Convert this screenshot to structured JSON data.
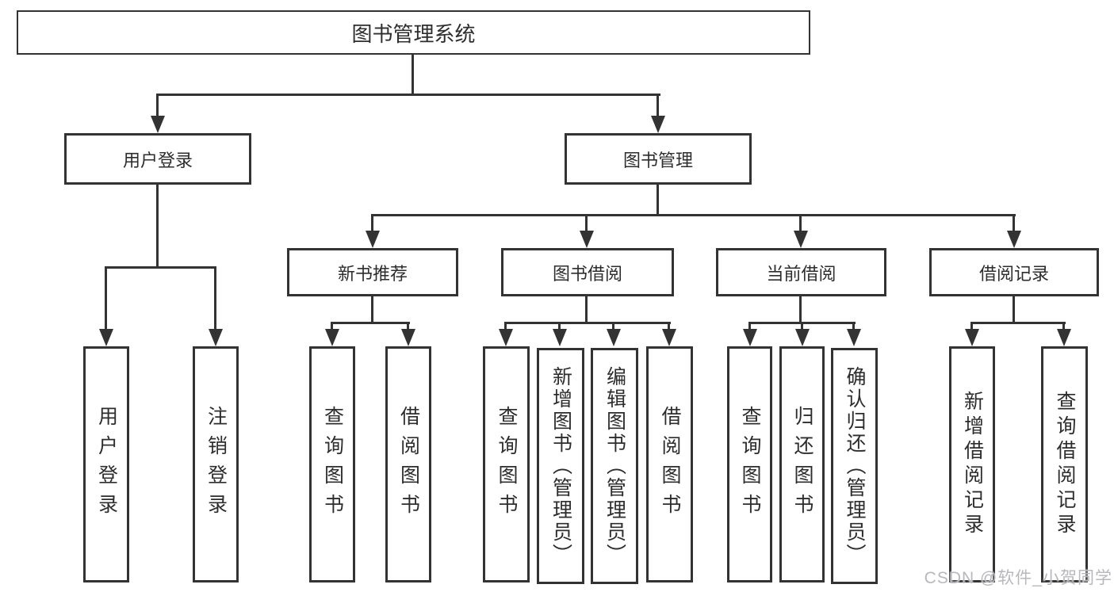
{
  "tree": {
    "label": "图书管理系统",
    "children": [
      {
        "label": "用户登录",
        "children": [
          {
            "label": "用户登录"
          },
          {
            "label": "注销登录"
          }
        ]
      },
      {
        "label": "图书管理",
        "children": [
          {
            "label": "新书推荐",
            "children": [
              {
                "label": "查询图书"
              },
              {
                "label": "借阅图书"
              }
            ]
          },
          {
            "label": "图书借阅",
            "children": [
              {
                "label": "查询图书"
              },
              {
                "label": "新增图书（管理员）"
              },
              {
                "label": "编辑图书（管理员）"
              },
              {
                "label": "借阅图书"
              }
            ]
          },
          {
            "label": "当前借阅",
            "children": [
              {
                "label": "查询图书"
              },
              {
                "label": "归还图书"
              },
              {
                "label": "确认归还（管理员）"
              }
            ]
          },
          {
            "label": "借阅记录",
            "children": [
              {
                "label": "新增借阅记录"
              },
              {
                "label": "查询借阅记录"
              }
            ]
          }
        ]
      }
    ]
  },
  "watermark": {
    "text": "CSDN @软件_小贺同学",
    "color": "#b8b8bc"
  },
  "colors": {
    "background": "#ffffff",
    "line": "#333333",
    "box_border": "#333333",
    "text": "#2d2d2d"
  }
}
